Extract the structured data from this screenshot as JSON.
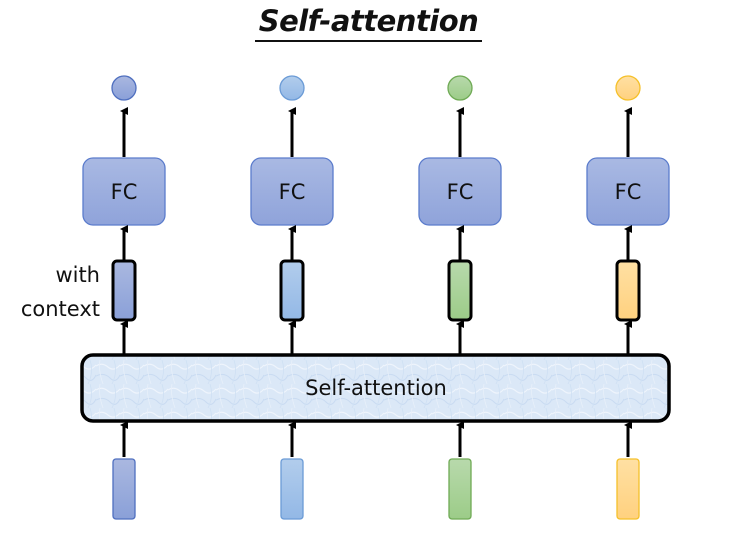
{
  "title": "Self-attention",
  "side_label": {
    "line1": "with",
    "line2": "context"
  },
  "self_attention_label": "Self-attention",
  "fc_label": "FC",
  "columns": [
    {
      "name": "col-1",
      "fill_top": "#aab8e0",
      "fill_bottom": "#8aa0d8",
      "stroke": "#4f6fbf"
    },
    {
      "name": "col-2",
      "fill_top": "#b2cdec",
      "fill_bottom": "#93b8e6",
      "stroke": "#6b9bd6"
    },
    {
      "name": "col-3",
      "fill_top": "#b8d9ac",
      "fill_bottom": "#9ccc88",
      "stroke": "#6faa55"
    },
    {
      "name": "col-4",
      "fill_top": "#ffe0a3",
      "fill_bottom": "#ffd17f",
      "stroke": "#f5c02a"
    }
  ],
  "colors": {
    "fc_top": "#a9b9e3",
    "fc_bottom": "#8fa3da",
    "fc_stroke": "#5b7ccc",
    "attention_fill": "#dbe8f7",
    "outline": "#000000"
  }
}
